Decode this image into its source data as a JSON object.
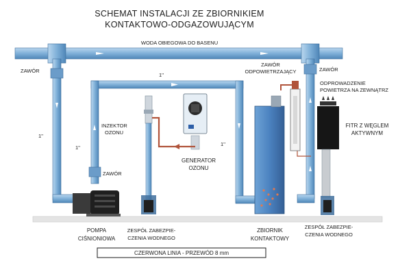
{
  "title": {
    "line1": "SCHEMAT INSTALACJI ZE ZBIORNIKIEM",
    "line2": "KONTAKTOWO-ODGAZOWUJĄCYM"
  },
  "labels": {
    "main_pipe": "WODA OBIEGOWA DO BASENU",
    "valve_left": "ZAWÓR",
    "valve_right": "ZAWÓR",
    "valve_pump": "ZAWÓR",
    "size_top": "1''",
    "size_left": "1''",
    "size_mid": "1''",
    "size_right": "1''",
    "injector_1": "INZEKTOR",
    "injector_2": "OZONU",
    "generator_1": "GENERATOR",
    "generator_2": "OZONU",
    "vent_valve_1": "ZAWÓR",
    "vent_valve_2": "ODPOWIETRZAJĄCY",
    "exhaust_1": "ODPROWADZENIE",
    "exhaust_2": "POWIETRZA NA ZEWNĄTRZ",
    "filter_1": "FITR Z WĘGLEM",
    "filter_2": "AKTYWNYM",
    "pump_1": "POMPA",
    "pump_2": "CIŚNIONIOWA",
    "safety_left_1": "ZESPÓŁ ZABEZPIE-",
    "safety_left_2": "CZENIA WODNEGO",
    "tank_1": "ZBIORNIK",
    "tank_2": "KONTAKTOWY",
    "safety_right_1": "ZESPÓŁ ZABEZPIE-",
    "safety_right_2": "CZENIA WODNEGO",
    "legend": "CZERWONA LINIA - PRZEWÓD 8 mm"
  },
  "colors": {
    "pipe": "#7fb0d8",
    "pipe_dark": "#4f86b8",
    "tank": "#4b82c0",
    "ozone_line": "#b0533a",
    "floor": "#e6e6e6",
    "pump": "#2a2a2a"
  },
  "icons": {
    "flow_arrow": "arrow-icon",
    "bubbles": "bubble-icon",
    "exhaust": "exhaust-arrows-icon"
  }
}
